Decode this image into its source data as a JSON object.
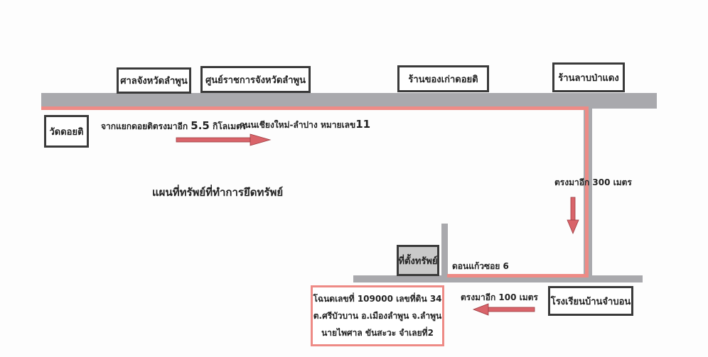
{
  "title": "แผนที่ทรัพย์ที่ทำการยึดทรัพย์",
  "landmarks": {
    "court": "ศาลจังหวัดลำพูน",
    "government_center": "ศูนย์ราชการจังหวัดลำพูน",
    "antique_shop": "ร้านของเก่าดอยติ",
    "larb_shop": "ร้านลาบป่าแดง",
    "temple": "วัดดอยติ",
    "school": "โรงเรียนบ้านจำบอน",
    "property_location": "ที่ตั้งทรัพย์"
  },
  "directions": {
    "from_intersection_prefix": "จากแยกดอยติตรงมาอีก",
    "from_intersection_distance": "5.5",
    "from_intersection_unit": "กิโลเมตร",
    "highway_prefix": "ถนนเชียงใหม่-ลำปาง หมายเลข",
    "highway_number": "11",
    "straight_300": "ตรงมาอีก 300 เมตร",
    "soi": "ดอนแก้วซอย 6",
    "straight_100": "ตรงมาอีก 100 เมตร"
  },
  "deed": {
    "line1": "โฉนดเลขที่ 109000 เลขที่ดิน 34",
    "line2": "ต.ศรีบัวบาน อ.เมืองลำพูน จ.ลำพูน",
    "line3": "นายไพศาล ขันสะวะ จำเลยที่2"
  },
  "colors": {
    "road": "#a9a9ad",
    "route": "#ee8b86",
    "arrow": "#d9646a"
  }
}
